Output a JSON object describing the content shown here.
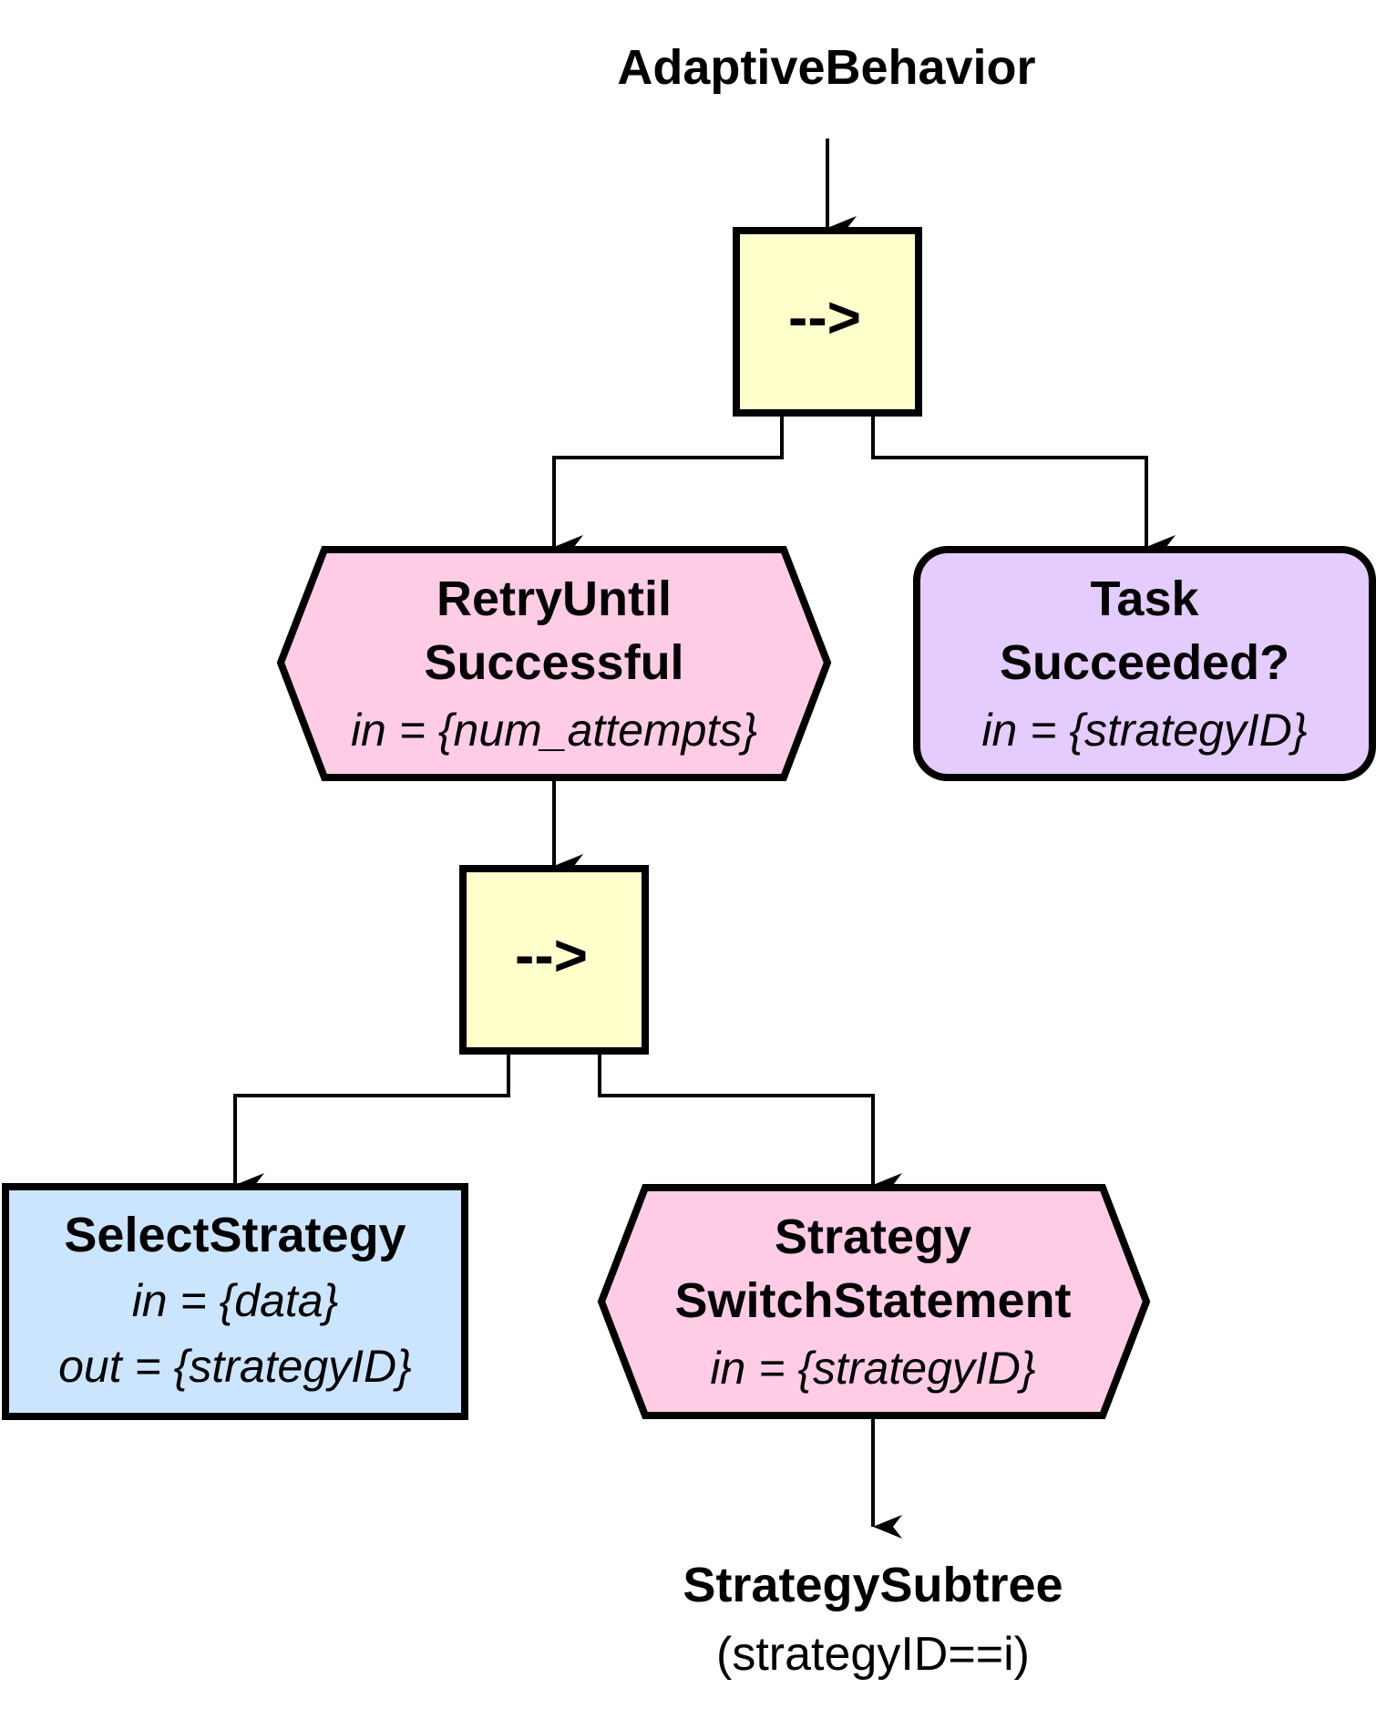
{
  "root": {
    "label": "AdaptiveBehavior"
  },
  "nodes": {
    "sequence_top": {
      "symbol": "-->",
      "fill": "#ffffcc"
    },
    "retry": {
      "title_line1": "RetryUntil",
      "title_line2": "Successful",
      "param": "in = {num_attempts}",
      "fill": "#ffcce6"
    },
    "task_succeeded": {
      "title_line1": "Task",
      "title_line2": "Succeeded?",
      "param": "in = {strategyID}",
      "fill": "#e5ccff"
    },
    "sequence_bottom": {
      "symbol": "-->",
      "fill": "#ffffcc"
    },
    "select_strategy": {
      "title": "SelectStrategy",
      "param_in": "in = {data}",
      "param_out": "out = {strategyID}",
      "fill": "#cce5ff"
    },
    "strategy_switch": {
      "title_line1": "Strategy",
      "title_line2": "SwitchStatement",
      "param": "in = {strategyID}",
      "fill": "#ffcce6"
    }
  },
  "leaf": {
    "title": "StrategySubtree",
    "subtitle": "(strategyID==i)"
  }
}
